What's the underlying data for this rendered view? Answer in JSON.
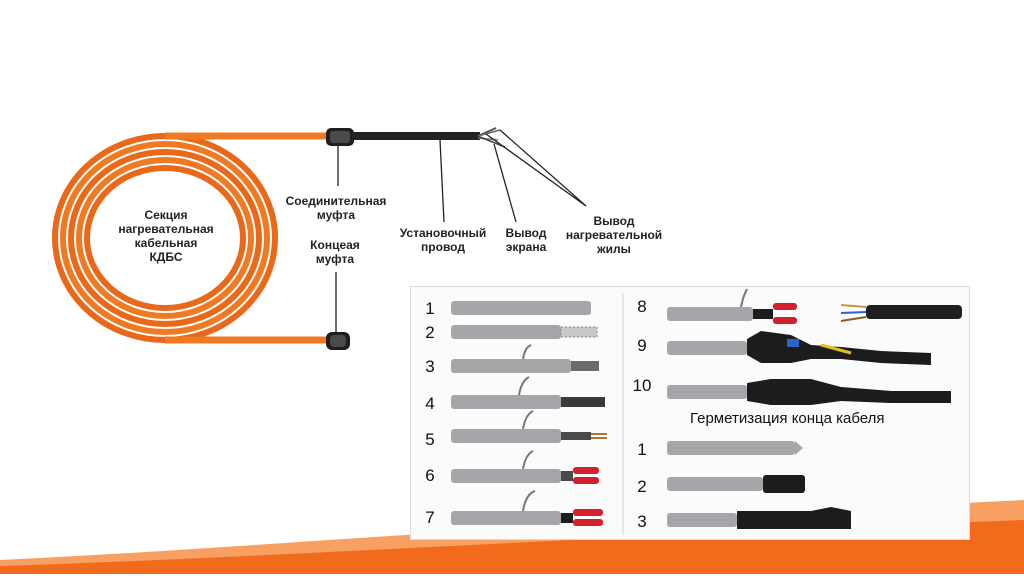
{
  "diagram": {
    "labels": {
      "section": "Секция\nнагревательная\nкабельная\nКДБС",
      "joint_sleeve": "Соединительная\nмуфта",
      "end_sleeve": "Концеая\nмуфта",
      "install_wire": "Установочный\nпровод",
      "screen_output": "Вывод\nэкрана",
      "core_output": "Вывод\nнагревательной\nжилы"
    }
  },
  "photo": {
    "left_numbers": [
      "1",
      "2",
      "3",
      "4",
      "5",
      "6",
      "7"
    ],
    "right_top_numbers": [
      "8",
      "9",
      "10"
    ],
    "sealing_caption": "Герметизация конца кабеля",
    "sealing_numbers": [
      "1",
      "2",
      "3"
    ]
  },
  "colors": {
    "cable_orange": "#f07a22",
    "footer_orange": "#f26a1b",
    "cable_grey": "#a6a6aa",
    "heat_shrink_black": "#1c1c1c",
    "terminal_red": "#d4202c"
  }
}
